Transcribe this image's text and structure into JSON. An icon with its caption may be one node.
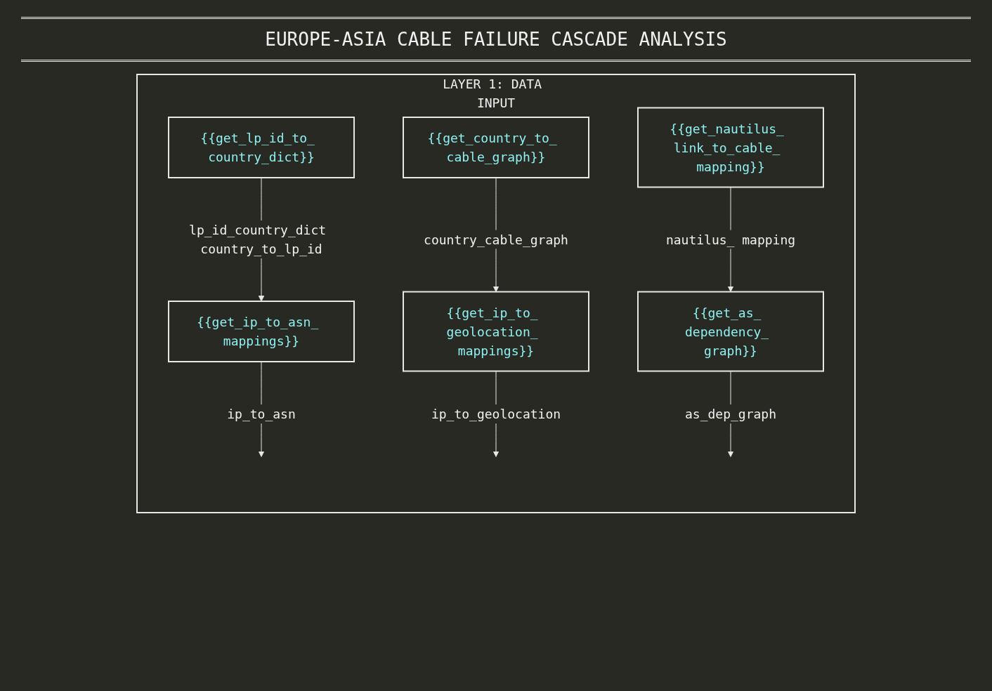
{
  "diagram": {
    "title": "EUROPE-ASIA CABLE FAILURE CASCADE ANALYSIS",
    "nodes": [
      {
        "text": [
          "LAYER 1: DATA INPUT"
        ]
      },
      {
        "text": [
          "{{get_lp_id_to_ country_dict}}"
        ],
        "in": 0
      },
      {
        "text": [
          "{{get_country_to_ cable_graph}}"
        ],
        "in": 0
      },
      {
        "text": [
          "{{get_nautilus_ link_to_cable_ mapping}}"
        ],
        "in": 0
      },
      {
        "text": [
          "{{get_ip_to_asn_ mappings}}"
        ],
        "in": 0
      },
      {
        "text": [
          "{{get_ip_to_ geolocation_ mappings}}"
        ],
        "in": 0
      },
      {
        "text": [
          "{{get_as_ dependency_ graph}}"
        ],
        "in": 0
      }
    ],
    "edges": [
      {
        "from": 1,
        "to": 4,
        "arrow": "to",
        "label": "lp_id_country_dict country_to_lp_id"
      },
      {
        "from": 2,
        "to": 5,
        "arrow": "to",
        "label": "country_cable_graph"
      },
      {
        "from": 3,
        "to": 6,
        "arrow": "to",
        "label": "nautilus_ mapping"
      },
      {
        "from": 4,
        "to": null,
        "arrow": "to",
        "label": "ip_to_asn"
      },
      {
        "from": 5,
        "to": null,
        "arrow": "to",
        "label": "ip_to_geolocation"
      },
      {
        "from": 6,
        "to": null,
        "arrow": "to",
        "label": "as_dep_graph"
      }
    ]
  }
}
